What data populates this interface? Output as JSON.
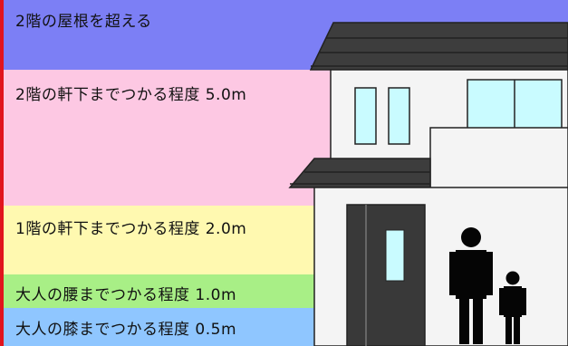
{
  "levels": [
    {
      "label": "2階の屋根を超える",
      "color": "#7c7ff5"
    },
    {
      "label": "2階の軒下までつかる程度 5.0m",
      "color": "#fdc8e3"
    },
    {
      "label": "1階の軒下までつかる程度 2.0m",
      "color": "#fff9b0"
    },
    {
      "label": "大人の腰までつかる程度 1.0m",
      "color": "#a8ef86"
    },
    {
      "label": "大人の膝までつかる程度 0.5m",
      "color": "#8fc6ff"
    }
  ],
  "colors": {
    "roof": "#3d3d3d",
    "wall": "#f4f4f4",
    "window": "#c9fbff",
    "door": "#393939",
    "person": "#050505",
    "edge_marker": "#e1141d"
  }
}
